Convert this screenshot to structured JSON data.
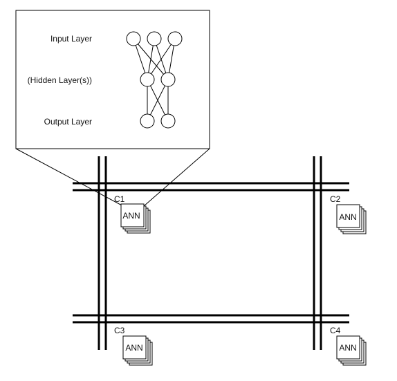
{
  "network": {
    "layers": [
      {
        "label": "Input Layer",
        "nodes": 3
      },
      {
        "label": "(Hidden Layer(s))",
        "nodes": 2
      },
      {
        "label": "Output Layer",
        "nodes": 2
      }
    ]
  },
  "cells": [
    {
      "id": "C1",
      "unit": "ANN"
    },
    {
      "id": "C2",
      "unit": "ANN"
    },
    {
      "id": "C3",
      "unit": "ANN"
    },
    {
      "id": "C4",
      "unit": "ANN"
    }
  ]
}
